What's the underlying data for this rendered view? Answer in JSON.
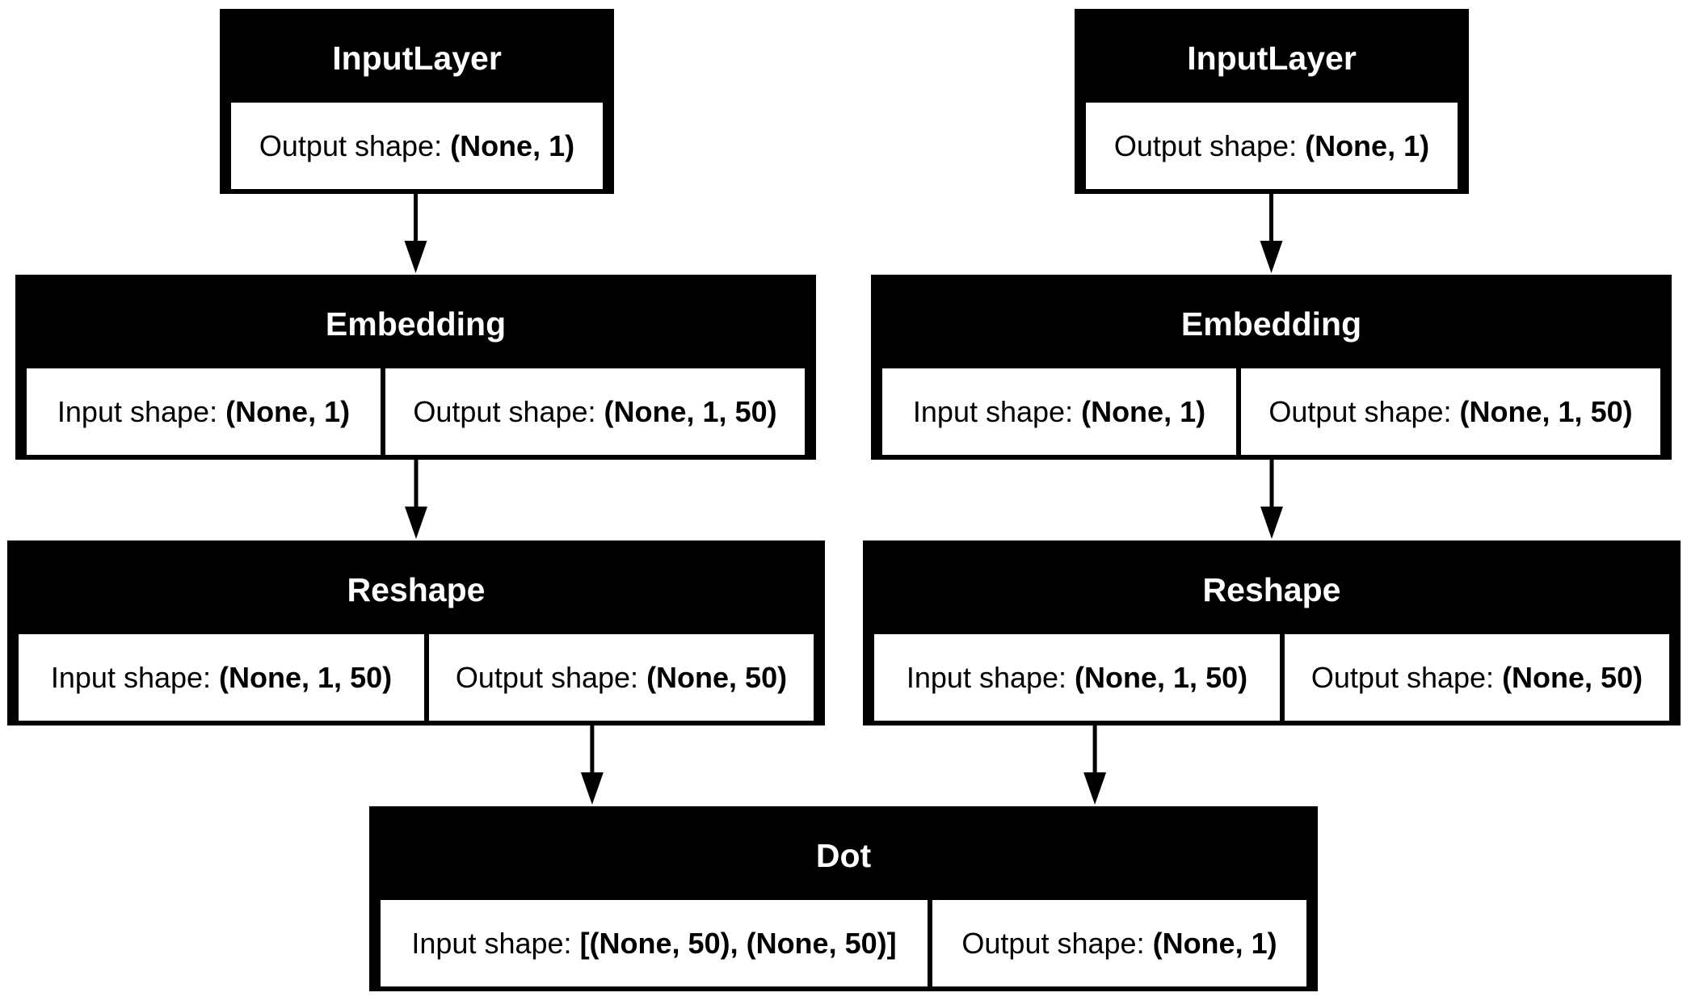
{
  "nodes": [
    {
      "id": "input_left",
      "title": "InputLayer",
      "fields": [
        {
          "label": "Output shape:",
          "value": "(None, 1)"
        }
      ]
    },
    {
      "id": "input_right",
      "title": "InputLayer",
      "fields": [
        {
          "label": "Output shape:",
          "value": "(None, 1)"
        }
      ]
    },
    {
      "id": "embedding_left",
      "title": "Embedding",
      "fields": [
        {
          "label": "Input shape:",
          "value": "(None, 1)"
        },
        {
          "label": "Output shape:",
          "value": "(None, 1, 50)"
        }
      ]
    },
    {
      "id": "embedding_right",
      "title": "Embedding",
      "fields": [
        {
          "label": "Input shape:",
          "value": "(None, 1)"
        },
        {
          "label": "Output shape:",
          "value": "(None, 1, 50)"
        }
      ]
    },
    {
      "id": "reshape_left",
      "title": "Reshape",
      "fields": [
        {
          "label": "Input shape:",
          "value": "(None, 1, 50)"
        },
        {
          "label": "Output shape:",
          "value": "(None, 50)"
        }
      ]
    },
    {
      "id": "reshape_right",
      "title": "Reshape",
      "fields": [
        {
          "label": "Input shape:",
          "value": "(None, 1, 50)"
        },
        {
          "label": "Output shape:",
          "value": "(None, 50)"
        }
      ]
    },
    {
      "id": "dot",
      "title": "Dot",
      "fields": [
        {
          "label": "Input shape:",
          "value": "[(None, 50), (None, 50)]"
        },
        {
          "label": "Output shape:",
          "value": "(None, 1)"
        }
      ]
    }
  ],
  "edges": [
    {
      "from": "input_left",
      "to": "embedding_left"
    },
    {
      "from": "embedding_left",
      "to": "reshape_left"
    },
    {
      "from": "input_right",
      "to": "embedding_right"
    },
    {
      "from": "embedding_right",
      "to": "reshape_right"
    },
    {
      "from": "reshape_left",
      "to": "dot"
    },
    {
      "from": "reshape_right",
      "to": "dot"
    }
  ],
  "colors": {
    "title_background": "#000000",
    "title_text": "#ffffff",
    "cell_background": "#ffffff",
    "edge": "#000000"
  }
}
